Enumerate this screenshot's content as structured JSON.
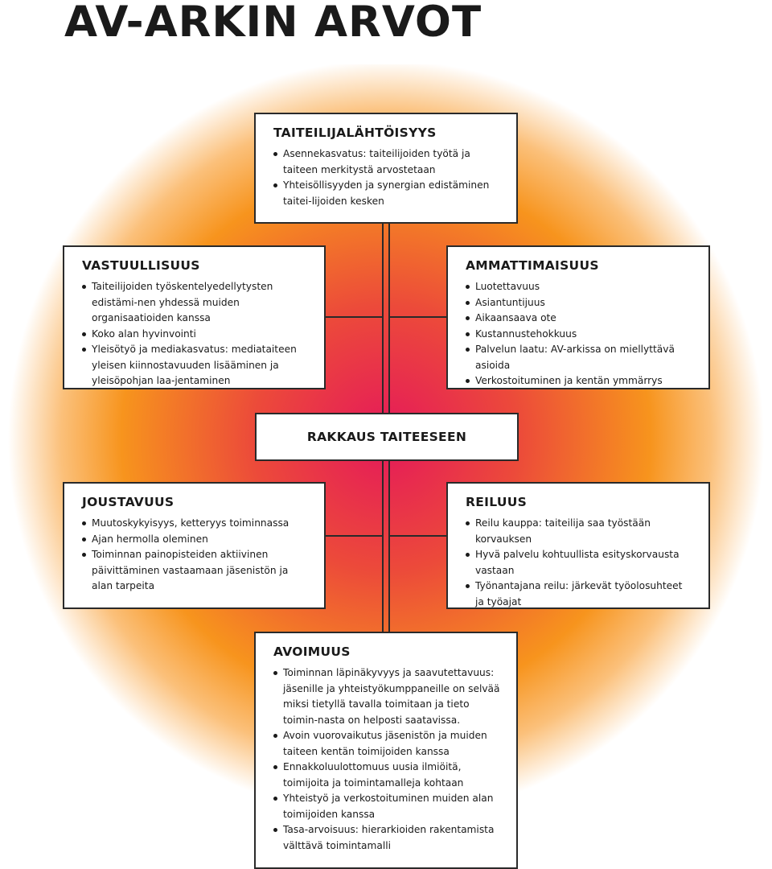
{
  "title": "AV-ARKIN ARVOT",
  "colors": {
    "orange": "#f7941d",
    "magenta": "#e5195a",
    "line": "#2a2a2a"
  },
  "boxes": {
    "taiteilijalahtoisyys": {
      "heading": "TAITEILIJALÄHTÖISYYS",
      "items": [
        "Asennekasvatus: taiteilijoiden työtä ja taiteen merkitystä arvostetaan",
        "Yhteisöllisyyden ja synergian edistäminen taitei-lijoiden kesken"
      ]
    },
    "vastuullisuus": {
      "heading": "VASTUULLISUUS",
      "items": [
        "Taiteilijoiden työskentelyedellytysten edistämi-nen yhdessä muiden organisaatioiden kanssa",
        "Koko alan hyvinvointi",
        "Yleisötyö ja mediakasvatus: mediataiteen yleisen kiinnostavuuden lisääminen ja yleisöpohjan laa-jentaminen"
      ]
    },
    "ammattimaisuus": {
      "heading": "AMMATTIMAISUUS",
      "items": [
        "Luotettavuus",
        "Asiantuntijuus",
        "Aikaansaava ote",
        "Kustannustehokkuus",
        "Palvelun laatu: AV-arkissa on miellyttävä asioida",
        "Verkostoituminen ja kentän ymmärrys"
      ]
    },
    "rakkaus": {
      "heading": "RAKKAUS TAITEESEEN"
    },
    "joustavuus": {
      "heading": "JOUSTAVUUS",
      "items": [
        "Muutoskykyisyys, ketteryys toiminnassa",
        "Ajan hermolla oleminen",
        "Toiminnan painopisteiden aktiivinen päivittäminen vastaamaan jäsenistön ja alan tarpeita"
      ]
    },
    "reiluus": {
      "heading": "REILUUS",
      "items": [
        "Reilu kauppa: taiteilija saa työstään korvauksen",
        "Hyvä palvelu kohtuullista esityskorvausta vastaan",
        "Työnantajana reilu: järkevät työolosuhteet ja työajat"
      ]
    },
    "avoimuus": {
      "heading": "AVOIMUUS",
      "items": [
        "Toiminnan läpinäkyvyys ja saavutettavuus: jäsenille ja yhteistyökumppaneille on selvää miksi tietyllä tavalla toimitaan ja tieto toimin-nasta on helposti saatavissa.",
        "Avoin vuorovaikutus jäsenistön ja muiden taiteen kentän toimijoiden kanssa",
        "Ennakkoluulottomuus uusia ilmiöitä, toimijoita ja toimintamalleja kohtaan",
        "Yhteistyö ja verkostoituminen muiden alan toimijoiden kanssa",
        "Tasa-arvoisuus: hierarkioiden rakentamista välttävä toimintamalli"
      ]
    }
  }
}
